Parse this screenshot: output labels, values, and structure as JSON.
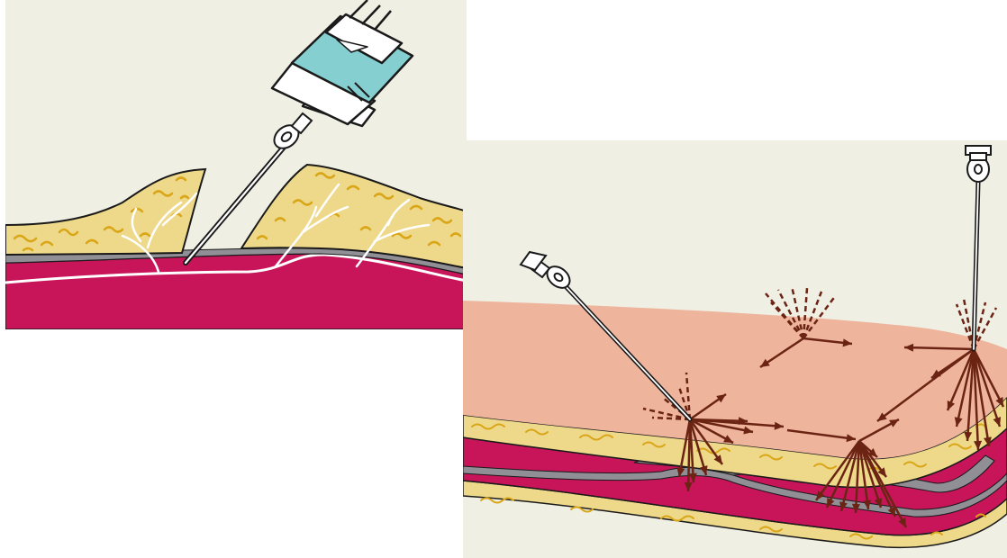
{
  "figure": {
    "panels": [
      {
        "id": "left",
        "depicts": [
          "syringe",
          "needle",
          "skin-fold",
          "fat-layer",
          "connective-fibers",
          "fascia",
          "muscle"
        ]
      },
      {
        "id": "right",
        "depicts": [
          "needle",
          "needle",
          "skin-surface",
          "fat-layer",
          "fascia",
          "muscle",
          "infiltration-arrows"
        ]
      }
    ],
    "colors": {
      "background": "#efefe4",
      "fat": "#eed889",
      "fat_lines": "#d9a617",
      "muscle": "#c8155a",
      "fascia": "#8f8f95",
      "skin": "#eeb49c",
      "fibers": "#ffffff",
      "arrows": "#6b2413",
      "liquid": "#86cfd0",
      "outline": "#1a1a1a"
    }
  }
}
